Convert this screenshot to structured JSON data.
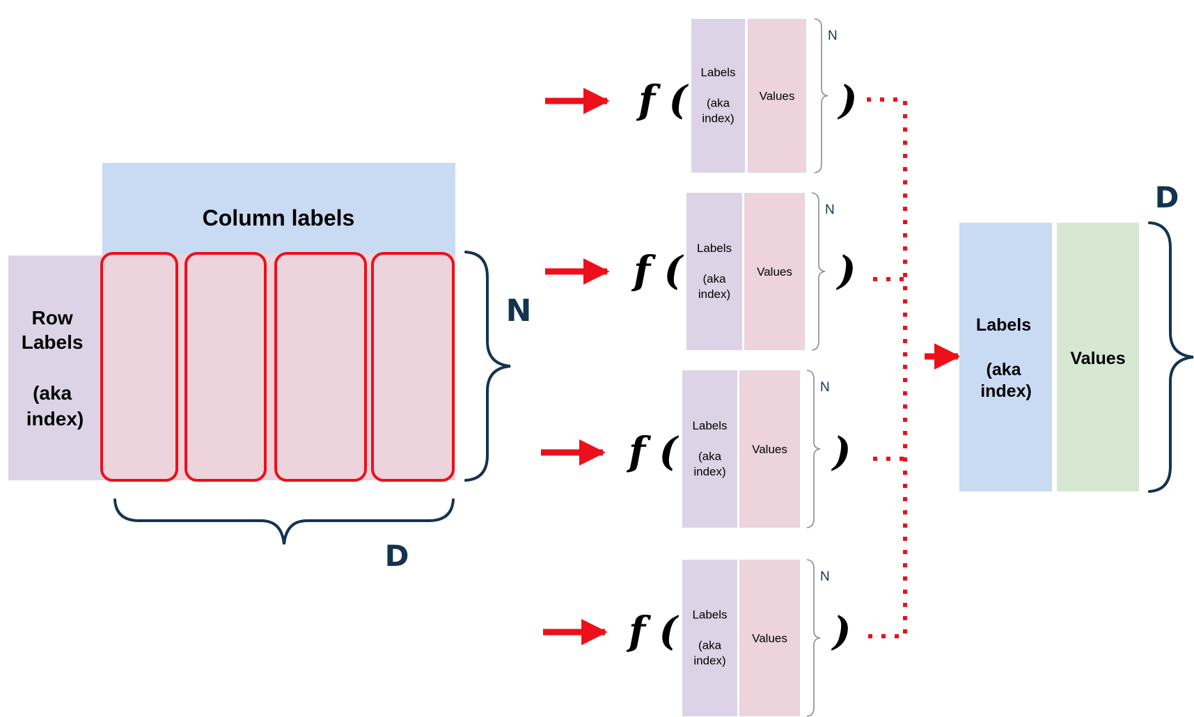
{
  "dataframe": {
    "column_labels": "Column labels",
    "row_labels": [
      "Row",
      "Labels",
      "",
      "(aka",
      "index)"
    ],
    "n_label": "N",
    "d_label": "D"
  },
  "series_blocks": [
    {
      "fn": "f (",
      "close": ")",
      "labels": [
        "Labels",
        "",
        "(aka",
        "index)"
      ],
      "values": "Values",
      "n_label": "N"
    },
    {
      "fn": "f (",
      "close": ")",
      "labels": [
        "Labels",
        "",
        "(aka",
        "index)"
      ],
      "values": "Values",
      "n_label": "N"
    },
    {
      "fn": "f (",
      "close": ")",
      "labels": [
        "Labels",
        "",
        "(aka",
        "index)"
      ],
      "values": "Values",
      "n_label": "N"
    },
    {
      "fn": "f (",
      "close": ")",
      "labels": [
        "Labels",
        "",
        "(aka",
        "index)"
      ],
      "values": "Values",
      "n_label": "N"
    }
  ],
  "result": {
    "labels": [
      "Labels",
      "",
      "(aka",
      "index)"
    ],
    "values": "Values",
    "d_label": "D"
  },
  "colors": {
    "row_labels_fill": "#dcd3e6",
    "column_labels_fill": "#c9daf3",
    "cell_fill": "#ecd3dc",
    "highlight_stroke": "#ee0f1a",
    "arrow": "#ee0f1a",
    "brace_dark": "#14334f",
    "brace_light": "#8b8b8b",
    "result_labels_fill": "#c9daf3",
    "result_values_fill": "#d6e7d2"
  }
}
